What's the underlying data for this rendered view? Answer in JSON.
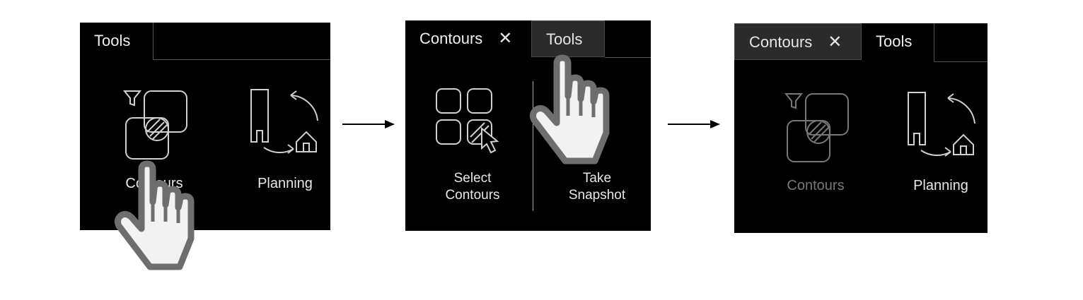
{
  "panel1": {
    "tabs": [
      {
        "label": "Tools"
      }
    ],
    "tools": [
      {
        "label": "Contours"
      },
      {
        "label": "Planning"
      }
    ]
  },
  "panel2": {
    "tabs": [
      {
        "label": "Contours",
        "closable": true,
        "close_glyph": "✕"
      },
      {
        "label": "Tools"
      }
    ],
    "tools": [
      {
        "label_line1": "Select",
        "label_line2": "Contours"
      },
      {
        "label_line1": "Take",
        "label_line2": "Snapshot"
      }
    ]
  },
  "panel3": {
    "tabs": [
      {
        "label": "Contours",
        "closable": true,
        "close_glyph": "✕"
      },
      {
        "label": "Tools"
      }
    ],
    "tools": [
      {
        "label": "Contours",
        "state": "disabled"
      },
      {
        "label": "Planning"
      }
    ]
  },
  "colors": {
    "panel_bg": "#000000",
    "page_bg": "#ffffff",
    "icon_stroke": "#d0d0d0",
    "disabled": "#777777",
    "hand_fill": "#f2f2f2",
    "hand_outline": "#6e6e6e"
  },
  "icons": [
    "contours-icon",
    "planning-icon",
    "select-contours-icon",
    "pointing-hand-icon",
    "arrow-right-icon",
    "close-icon"
  ]
}
